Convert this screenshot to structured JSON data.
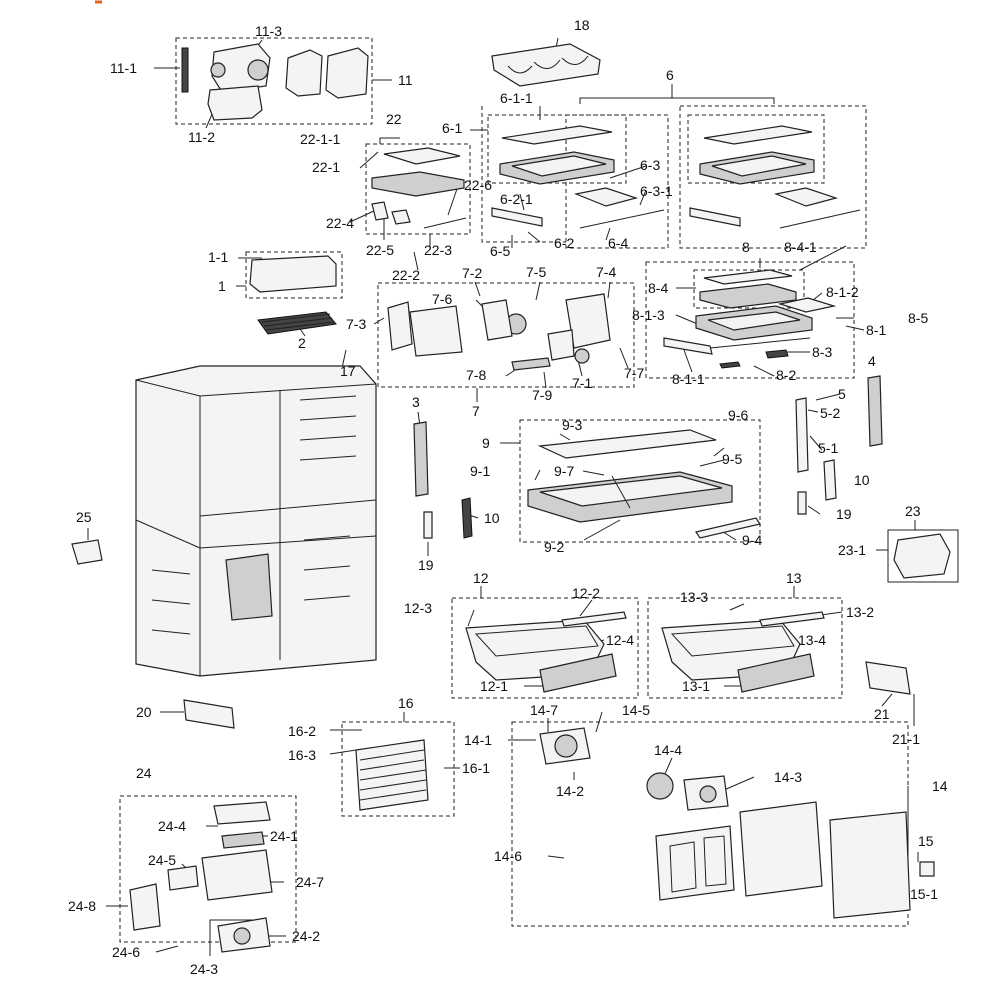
{
  "brand_mark_color": "#e8641e",
  "callouts": [
    "11-3",
    "11-1",
    "11",
    "11-2",
    "18",
    "6",
    "6-1-1",
    "6-1",
    "22",
    "22-1-1",
    "22-1",
    "6-3",
    "6-3-1",
    "22-6",
    "6-2-1",
    "22-4",
    "22-5",
    "22-3",
    "6-5",
    "6-2",
    "6-4",
    "22-2",
    "8",
    "8-4-1",
    "1-1",
    "1",
    "7-2",
    "7-5",
    "7-4",
    "8-4",
    "8-1-2",
    "7-6",
    "7-3",
    "8-1-3",
    "8-5",
    "8-1",
    "2",
    "8-3",
    "17",
    "7-7",
    "8-2",
    "8-1-1",
    "7-1",
    "7-8",
    "7-9",
    "7",
    "4",
    "5",
    "5-2",
    "3",
    "9-3",
    "9-6",
    "9",
    "5-1",
    "9-1",
    "9-7",
    "9-5",
    "10",
    "10",
    "25",
    "19",
    "9-2",
    "9-4",
    "19",
    "23",
    "23-1",
    "12",
    "13",
    "12-2",
    "13-3",
    "12-3",
    "13-2",
    "12-4",
    "13-4",
    "12-1",
    "13-1",
    "21",
    "20",
    "16",
    "14-7",
    "14-5",
    "21-1",
    "16-2",
    "14-1",
    "16-3",
    "16-1",
    "14-4",
    "14-3",
    "24",
    "14-2",
    "14",
    "24-4",
    "24-1",
    "15",
    "24-5",
    "14-6",
    "24-7",
    "15-1",
    "24-8",
    "24-2",
    "24-6",
    "24-3"
  ]
}
